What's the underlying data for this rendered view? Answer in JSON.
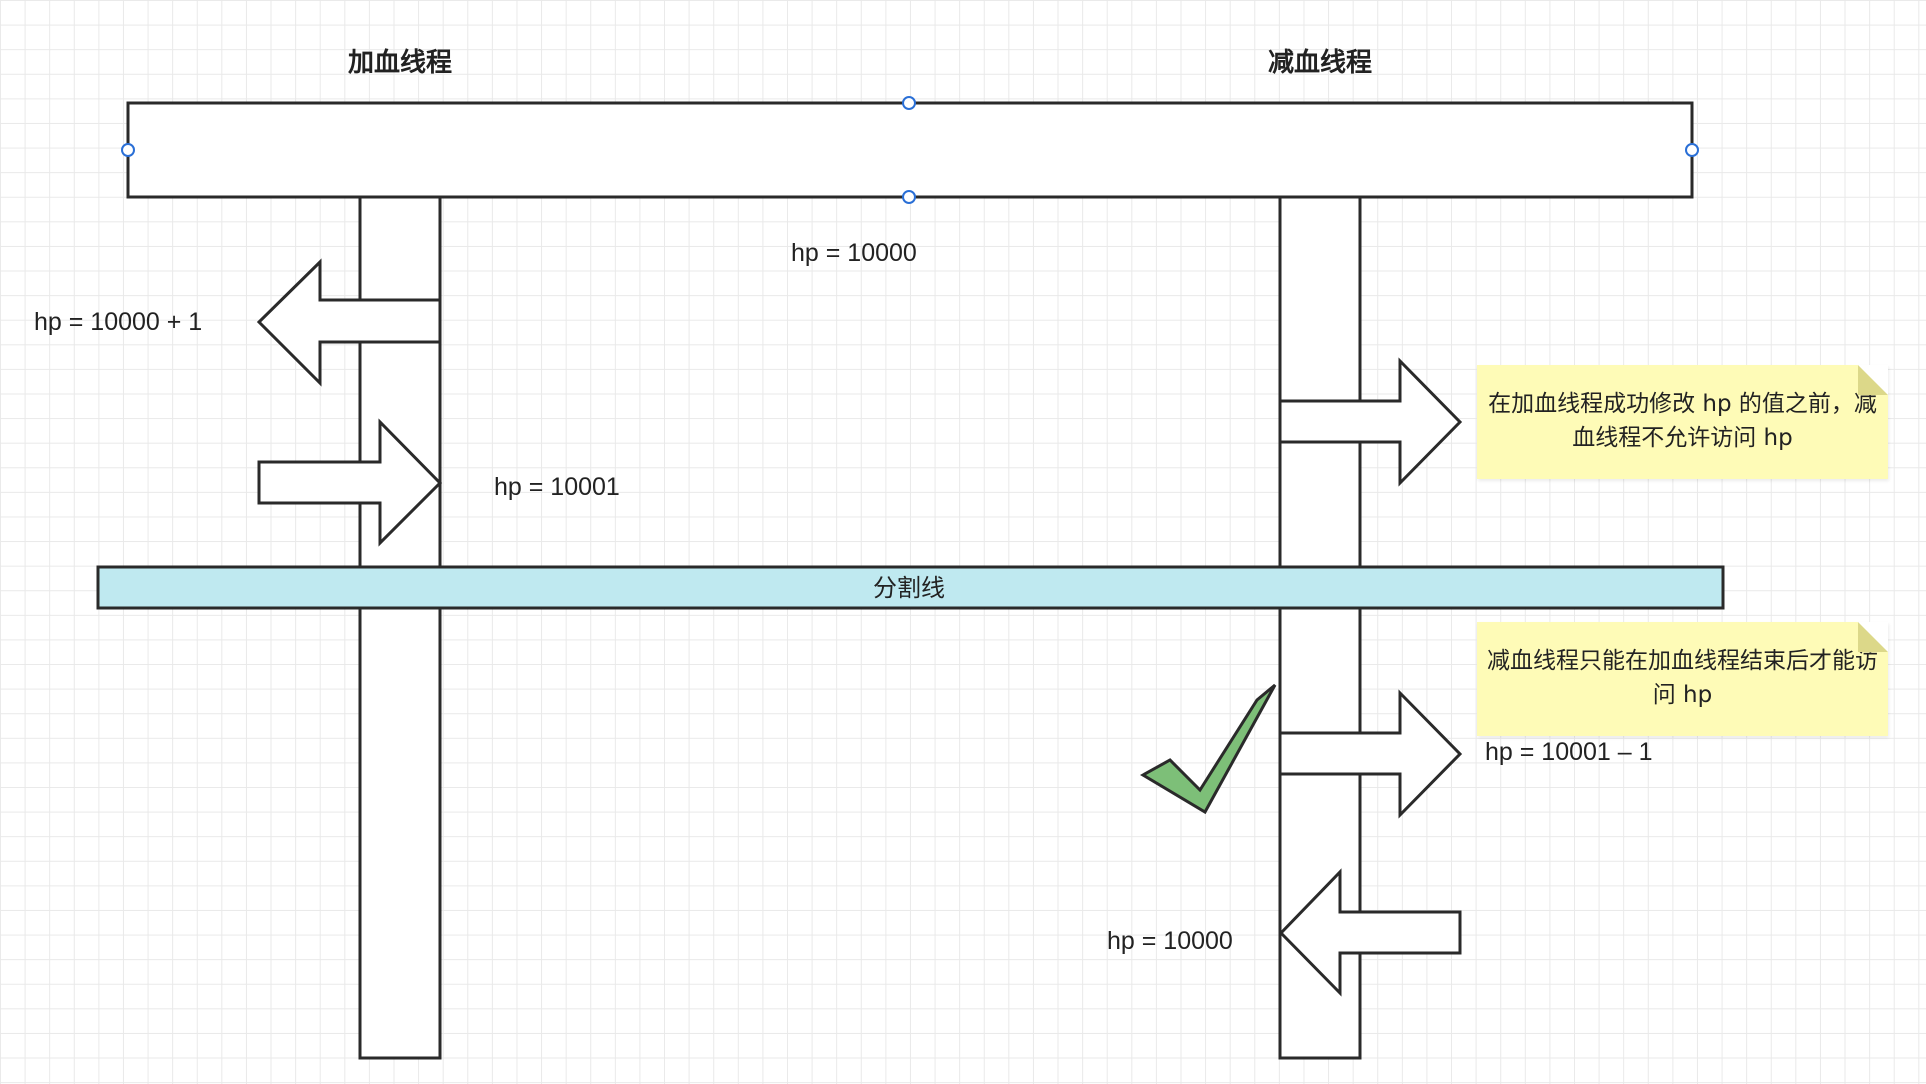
{
  "threads": {
    "add": {
      "label": "加血线程"
    },
    "sub": {
      "label": "减血线程"
    }
  },
  "shared": {
    "label": "hp = 10000"
  },
  "divider": {
    "label": "分割线"
  },
  "flows": {
    "add_read": "hp = 10000 + 1",
    "add_write": "hp = 10001",
    "sub_read": "hp = 10001 – 1",
    "sub_write": "hp = 10000"
  },
  "notes": {
    "blocked": "在加血线程成功修改 hp 的值之前，减血线程不允许访问 hp",
    "allowed": "减血线程只能在加血线程结束后才能访问 hp"
  },
  "icons": {
    "blocked": "cross-icon",
    "allowed": "check-icon"
  },
  "colors": {
    "cross": "#e05040",
    "check": "#7dbf78",
    "divider": "#bfe9f0",
    "note": "#fefbb7",
    "selection_handle": "#2a6fd6"
  }
}
